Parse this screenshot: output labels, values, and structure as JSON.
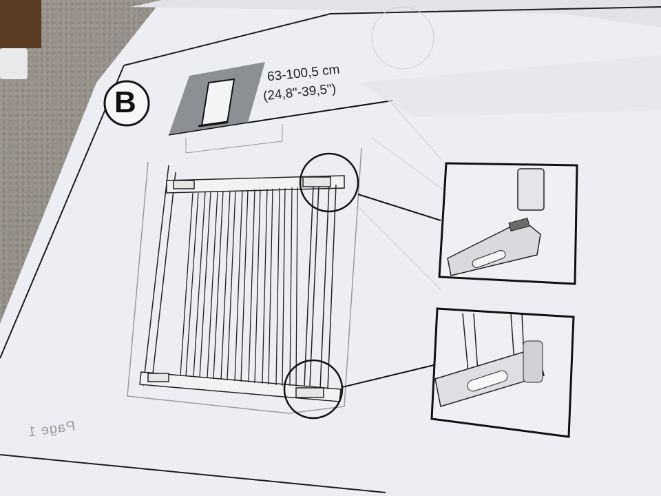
{
  "manual": {
    "section_letter": "B",
    "width_range_cm": "63-100,5 cm",
    "width_range_in": "(24,8\"-39,5\")",
    "show_through_text": "Page 1"
  },
  "colors": {
    "paper": "#eef0f4",
    "ink": "#1c1c1c",
    "shadow_gray": "#8c8f94",
    "carpet": "#8a8580"
  },
  "icons": [
    "door-opening-icon",
    "gate-diagram",
    "top-hinge-detail",
    "bottom-hinge-detail"
  ]
}
